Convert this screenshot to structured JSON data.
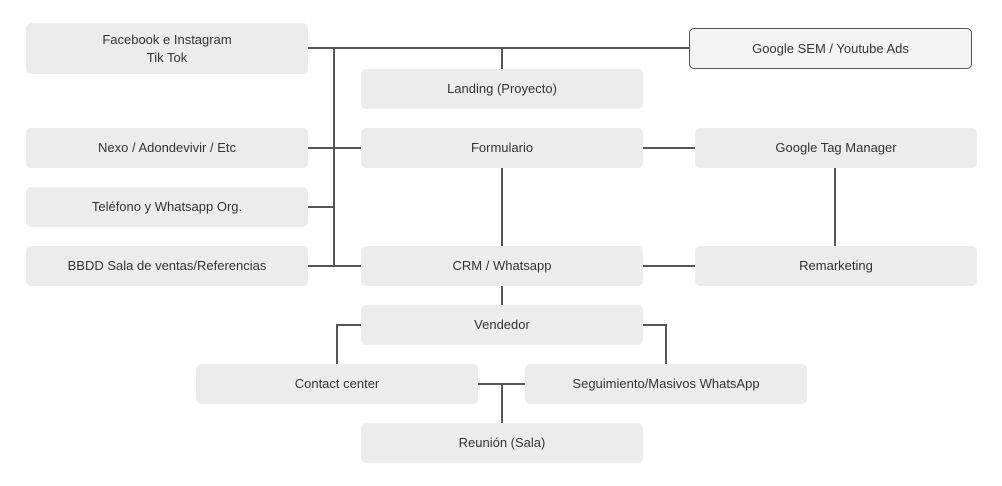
{
  "diagram": {
    "nodes": {
      "facebook": "Facebook e Instagram\nTik Tok",
      "google_sem": "Google SEM / Youtube Ads",
      "landing": "Landing (Proyecto)",
      "nexo": "Nexo / Adondevivir / Etc",
      "formulario": "Formulario",
      "gtm": "Google Tag Manager",
      "telefono": "Teléfono y Whatsapp Org.",
      "bbdd": "BBDD Sala de ventas/Referencias",
      "crm": "CRM / Whatsapp",
      "remarketing": "Remarketing",
      "vendedor": "Vendedor",
      "contact_center": "Contact center",
      "seguimiento": "Seguimiento/Masivos WhatsApp",
      "reunion": "Reunión (Sala)"
    },
    "colors": {
      "node_fill": "#ececec",
      "line": "#555555",
      "text": "#333333"
    }
  }
}
